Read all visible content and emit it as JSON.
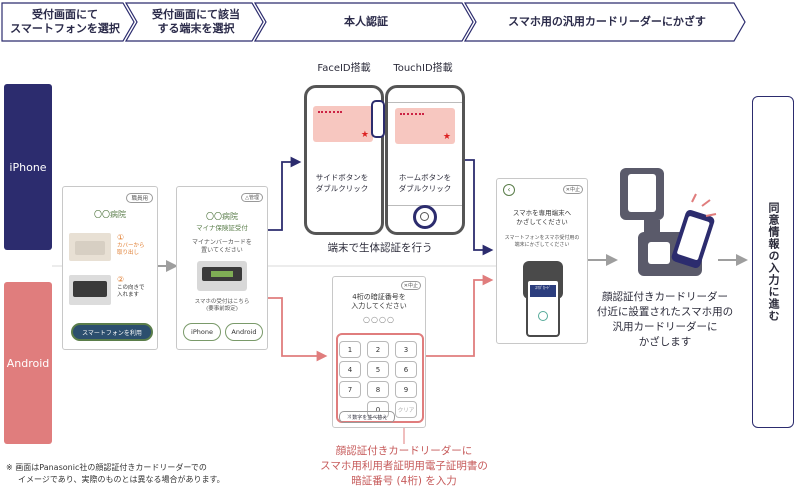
{
  "steps": [
    {
      "lines": [
        "受付画面にて",
        "スマートフォンを選択"
      ]
    },
    {
      "lines": [
        "受付画面にて該当",
        "する端末を選択"
      ]
    },
    {
      "lines": [
        "本人認証"
      ]
    },
    {
      "lines": [
        "スマホ用の汎用カードリーダーにかざす"
      ]
    }
  ],
  "tabs": {
    "iphone": "iPhone",
    "android": "Android"
  },
  "screen1": {
    "badge": "職員用",
    "hospital": "〇〇病院",
    "step1_num": "①",
    "step1_text": [
      "カバーから",
      "取り出し"
    ],
    "step2_num": "②",
    "step2_text": [
      "この向きで",
      "入れます"
    ],
    "button": "スマートフォンを利用"
  },
  "screen2": {
    "badge": "△管理",
    "hospital": "〇〇病院",
    "subtitle": "マイナ保険証受付",
    "instruction": [
      "マイナンバーカードを",
      "置いてください"
    ],
    "note": [
      "スマホの受付はこちら",
      "(要事前設定)"
    ],
    "btn_iphone": "iPhone",
    "btn_android": "Android"
  },
  "faceid": {
    "label": "FaceID搭載",
    "instruction": [
      "サイドボタンを",
      "ダブルクリック"
    ]
  },
  "touchid": {
    "label": "TouchID搭載",
    "instruction": [
      "ホームボタンを",
      "ダブルクリック"
    ]
  },
  "bio_caption": "端末で生体認証を行う",
  "pin_screen": {
    "close": "✕中止",
    "title": [
      "4桁の暗証番号を",
      "入力してください"
    ],
    "keys": [
      "1",
      "2",
      "3",
      "4",
      "5",
      "6",
      "7",
      "8",
      "9",
      "0",
      "クリア"
    ],
    "shuffle": "数字を並べ替え"
  },
  "pin_caption": [
    "顔認証付きカードリーダーに",
    "スマホ用利用者証明用電子証明書の",
    "暗証番号 (4桁) を入力"
  ],
  "reader_screen": {
    "back": "‹",
    "close": "✕中止",
    "title": [
      "スマホを専用端末へ",
      "かざしてください"
    ],
    "text": [
      "スマートフォンをスマホ受付用の",
      "端末にかざしてください"
    ],
    "phone_text": "ｽﾏﾎﾞｶｰﾄﾞ"
  },
  "reader_caption": [
    "顔認証付きカードリーダー",
    "付近に設置されたスマホ用の",
    "汎用カードリーダーに",
    "かざします"
  ],
  "final_box": "同意情報の入力に進む",
  "footnote": [
    "※ 画面はPanasonic社の顔認証付きカードリーダーでの",
    "イメージであり、実際のものとは異なる場合があります。"
  ],
  "colors": {
    "navy": "#2c2c6e",
    "salmon": "#e07d7d",
    "grey_arrow": "#9e9e9e",
    "green": "#5a7d4a"
  }
}
